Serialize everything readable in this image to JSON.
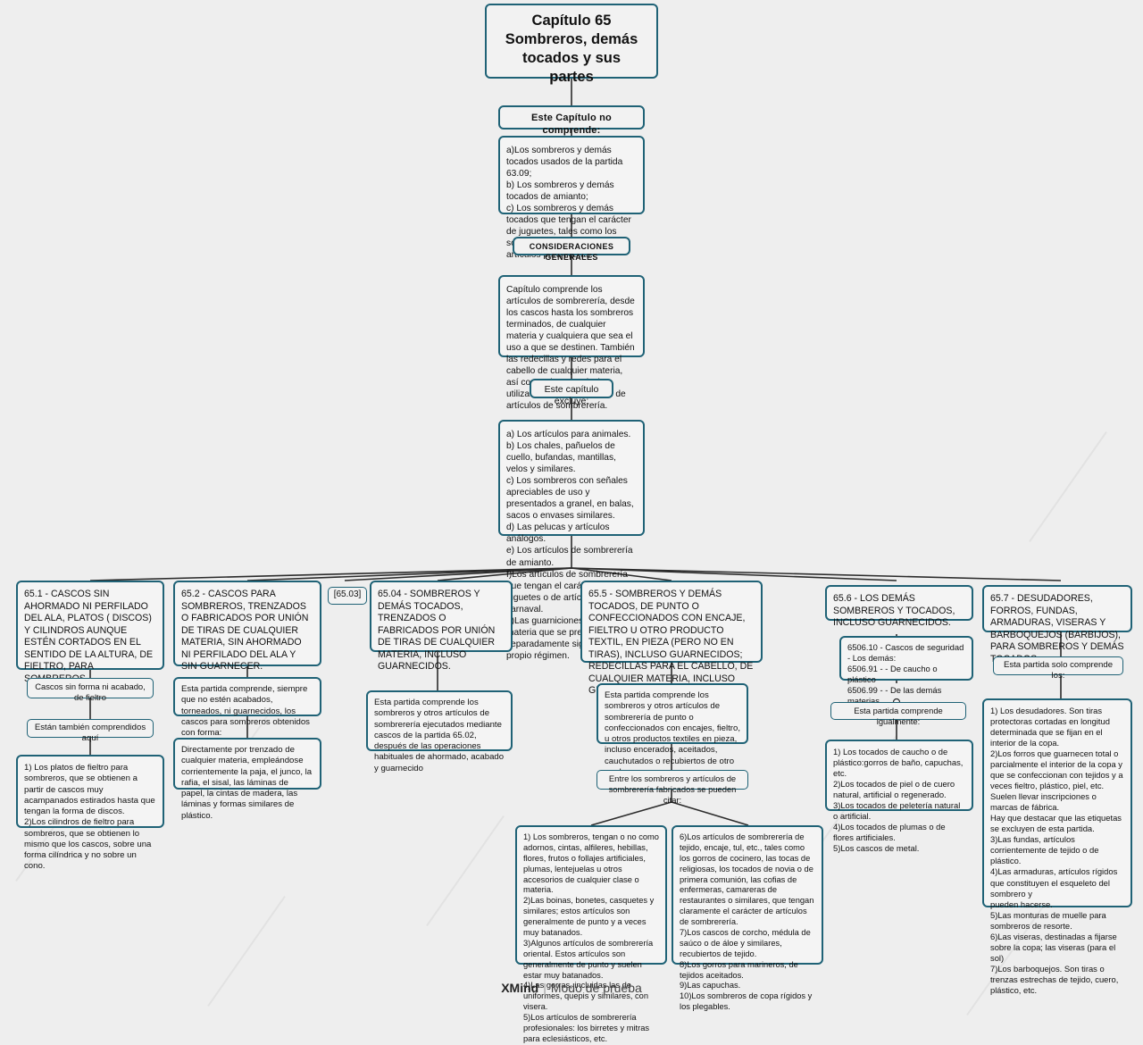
{
  "app": {
    "footer_brand": "XMind",
    "footer_separator": "|",
    "footer_mode": "Modo de prueba"
  },
  "root": {
    "title": "Capítulo 65\nSombreros, demás\ntocados y sus\npartes"
  },
  "spine": {
    "no_comprende_label": "Este Capítulo no comprende:",
    "no_comprende_body": "a)Los sombreros y demás tocados usados de la partida 63.09;\nb) Los sombreros y demás tocados de amianto;\nc) Los sombreros y demás tocados que tengan el carácter de juguetes, tales como los sombreros para muñecas y los artículos para fiestas.",
    "consideraciones_label": "CONSIDERACIONES  GENERALES",
    "consideraciones_body": "Capítulo comprende los artículos de sombrerería, desde los cascos hasta los sombreros terminados, de cualquier materia y cualquiera que sea el uso a que se destinen. También las redecillas y redes para el cabello de cualquier materia, así como ciertos artículos utilizados en la fabricación de artículos de sombrerería.",
    "excluye_label": "Este capítulo excluye:",
    "excluye_body": "a) Los artículos para animales.\nb) Los chales, pañuelos de cuello, bufandas, mantillas, velos y similares.\nc) Los sombreros con señales apreciables de uso y presentados a granel, en balas, sacos o envases similares.\nd) Las pelucas y artículos análogos.\ne) Los artículos de sombrerería de amianto.\nf)Los artículos de sombrerería que tengan el carácter de juguetes o de artículos de carnaval.\ng)Las guarniciones de cualquier materia que se presenten separadamente siguen su propio régimen."
  },
  "branches": [
    {
      "id": "65-1",
      "header": "65.1  - CASCOS SIN AHORMADO NI PERFILADO DEL ALA, PLATOS ( DISCOS) Y CILINDROS AUNQUE ESTÉN CORTADOS EN EL SENTIDO DE LA ALTURA, DE FIELTRO, PARA SOMBREROS.",
      "sub1": "Cascos sin forma ni acabado, de fieltro",
      "sub2": "Están también comprendidos aquí",
      "detail": "1)        Los platos de fieltro para sombreros, que se obtienen a partir de cascos muy acampanados estirados hasta que tengan la forma de discos.\n2)Los cilindros de fieltro para sombreros, que se obtienen lo mismo que los cascos, sobre una forma cilíndrica y no sobre un\ncono."
    },
    {
      "id": "65-2",
      "header": "65.2   - CASCOS PARA SOMBREROS, TRENZADOS O FABRICADOS POR UNIÓN DE TIRAS DE CUALQUIER MATERIA, SIN AHORMADO NI PERFILADO DEL ALA Y SIN GUARNECER.",
      "sub1": "Esta partida comprende, siempre que no estén acabados, torneados, ni guarnecidos, los cascos para sombreros obtenidos con forma:",
      "detail": "Directamente por trenzado de cualquier materia, empleándose corrientemente la paja, el junco, la rafia, el sisal, las láminas de papel, la cintas de madera, las láminas y formas similares de plástico."
    },
    {
      "id": "65-03",
      "header": "[65.03]"
    },
    {
      "id": "65-04",
      "header": "65.04 - SOMBREROS Y DEMÁS TOCADOS, TRENZADOS O FABRICADOS POR UNIÓN DE TIRAS DE CUALQUIER MATERIA, INCLUSO GUARNECIDOS.",
      "detail": "Esta partida comprende los sombreros y otros artículos de sombrerería ejecutados mediante cascos de la partida 65.02, después de las operaciones habituales de ahormado, acabado y guarnecido"
    },
    {
      "id": "65-5",
      "header": "65.5   - SOMBREROS Y DEMÁS TOCADOS, DE PUNTO O CONFECCIONADOS CON ENCAJE, FIELTRO U OTRO PRODUCTO TEXTIL, EN PIEZA (PERO NO EN TIRAS), INCLUSO GUARNECIDOS; REDECILLAS PARA EL CABELLO, DE CUALQUIER MATERIA, INCLUSO GUARNECIDAS.",
      "sub1": "Esta partida comprende los sombreros y otros artículos de sombrerería de punto o confeccionados con encajes, fieltro, u otros productos textiles en pieza, incluso encerados, aceitados, cauchutados o recubiertos de otro modo.",
      "sub2": "Entre los sombreros y artículos de sombrerería fabricados se pueden citar:",
      "detail_left": "1)        Los sombreros, tengan o no como adornos, cintas, alfileres, hebillas, flores, frutos o follajes artificiales, plumas, lentejuelas u otros accesorios de cualquier clase o materia.\n2)Las boinas, bonetes, casquetes y similares; estos artículos son generalmente de punto y a veces muy batanados.\n3)Algunos artículos de sombrerería oriental. Estos artículos son generalmente de punto y suelen estar muy batanados.\n4)Las gorras, incluidas las de uniformes, quepis y similares, con visera.\n5)Los artículos de sombrerería profesionales: los birretes y mitras para eclesiásticos, etc.",
      "detail_right": "6)Los artículos de sombrerería de tejido, encaje, tul, etc., tales como los gorros de cocinero, las tocas de religiosas, los tocados de novia o de primera comunión, las cofias de enfermeras, camareras de restaurantes o similares, que tengan claramente el carácter de artículos de sombrerería.\n7)Los cascos de corcho, médula de saúco o de áloe y similares, recubiertos de tejido.\n8)Los gorros para marineros, de tejidos aceitados.\n9)Las capuchas.\n10)Los sombreros de copa rígidos y los plegables."
    },
    {
      "id": "65-6",
      "header": "65.6   - LOS DEMÁS SOMBREROS Y TOCADOS, INCLUSO GUARNECIDOS.",
      "codes": "6506.10 - Cascos de seguridad\n- Los demás:\n6506.91 - - De caucho o plástico\n6506.99 - - De las demás materias",
      "sub1": "Esta partida comprende igualmente:",
      "detail": "1)        Los tocados de caucho o de plástico:gorros de baño, capuchas, etc.\n2)Los tocados de piel o de cuero natural, artificial o regenerado.\n3)Los tocados de peletería natural o artificial.\n4)Los tocados de plumas o de flores artificiales.\n5)Los cascos de metal."
    },
    {
      "id": "65-7",
      "header": "65.7   - DESUDADORES, FORROS, FUNDAS, ARMADURAS, VISERAS Y BARBOQUEJOS (BARBIJOS), PARA SOMBREROS Y DEMÁS TOCADOS.",
      "sub1": "Esta partida solo comprende los:",
      "detail": "1)        Los desudadores. Son tiras protectoras cortadas en longitud determinada que se fijan en el interior de la copa.\n2)Los forros que guarnecen total o parcialmente el interior de la copa y que se confeccionan con tejidos y a veces fieltro, plástico, piel, etc. Suelen llevar inscripciones o marcas de fábrica.\nHay que destacar que las etiquetas se excluyen de esta partida.\n3)Las fundas, artículos corrientemente de tejido o de plástico.\n4)Las armaduras, artículos rígidos que constituyen el esqueleto del sombrero y\npueden hacerse.\n5)Las monturas de muelle para sombreros de resorte.\n6)Las viseras, destinadas a fijarse sobre la copa; las viseras (para el sol)\n7)Los barboquejos. Son tiras o trenzas estrechas de tejido, cuero, plástico, etc."
    }
  ],
  "colors": {
    "border": "#1f6276",
    "node_fill": "#f4f4f4",
    "background": "#eeeeee",
    "link": "#2b2b2b",
    "text": "#111111"
  }
}
